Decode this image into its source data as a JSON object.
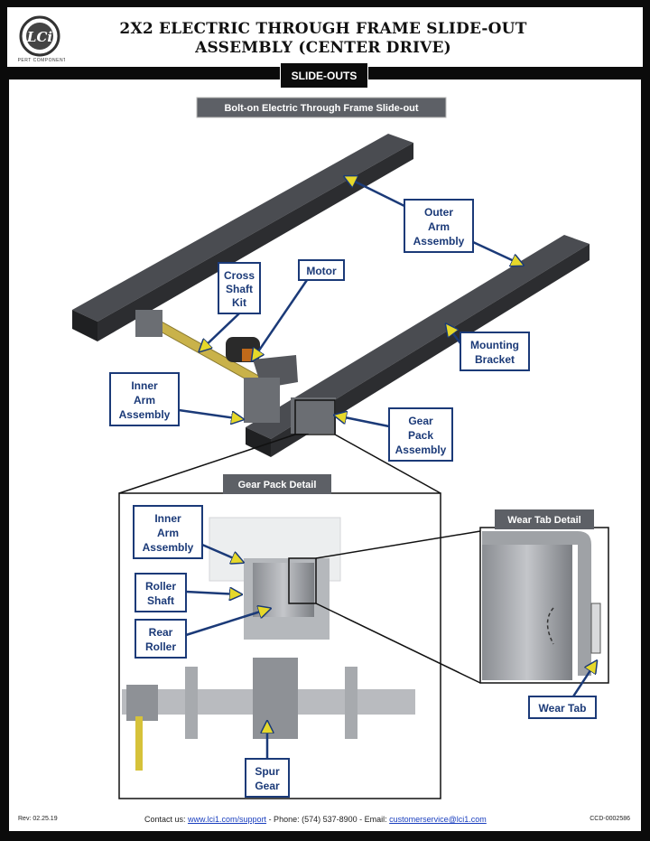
{
  "header": {
    "title_line1": "2X2 ELECTRIC THROUGH FRAME SLIDE-OUT",
    "title_line2": "ASSEMBLY (CENTER DRIVE)",
    "section_tab": "SLIDE-OUTS",
    "logo_brand": "LIPPERT COMPONENTS"
  },
  "main": {
    "banner": "Bolt-on Electric Through Frame Slide-out",
    "callouts": {
      "cross_shaft": [
        "Cross",
        "Shaft",
        "Kit"
      ],
      "motor": [
        "Motor"
      ],
      "outer_arm": [
        "Outer",
        "Arm",
        "Assembly"
      ],
      "mounting_bracket": [
        "Mounting",
        "Bracket"
      ],
      "inner_arm": [
        "Inner",
        "Arm",
        "Assembly"
      ],
      "gear_pack": [
        "Gear",
        "Pack",
        "Assembly"
      ]
    }
  },
  "gear_pack_detail": {
    "title": "Gear Pack Detail",
    "callouts": {
      "inner_arm": [
        "Inner",
        "Arm",
        "Assembly"
      ],
      "roller_shaft": [
        "Roller",
        "Shaft"
      ],
      "rear_roller": [
        "Rear",
        "Roller"
      ],
      "spur_gear": [
        "Spur",
        "Gear"
      ]
    }
  },
  "wear_tab_detail": {
    "title": "Wear Tab Detail",
    "callouts": {
      "wear_tab": [
        "Wear Tab"
      ]
    }
  },
  "footer": {
    "rev": "Rev: 02.25.19",
    "contact_prefix": "Contact us: ",
    "support_link": "www.lci1.com/support",
    "phone_text": " - Phone: (574) 537-8900 - Email: ",
    "email_link": "customerservice@lci1.com",
    "doc_code": "CCD-0002586"
  },
  "colors": {
    "callout_text": "#1b3a78",
    "callout_border": "#1b3a78",
    "arrow": "#1b3a78",
    "arrowhead": "#e6d82a",
    "rail": "#3a3c40",
    "shaft": "#c9b24a",
    "banner_bg": "#5d6066"
  }
}
